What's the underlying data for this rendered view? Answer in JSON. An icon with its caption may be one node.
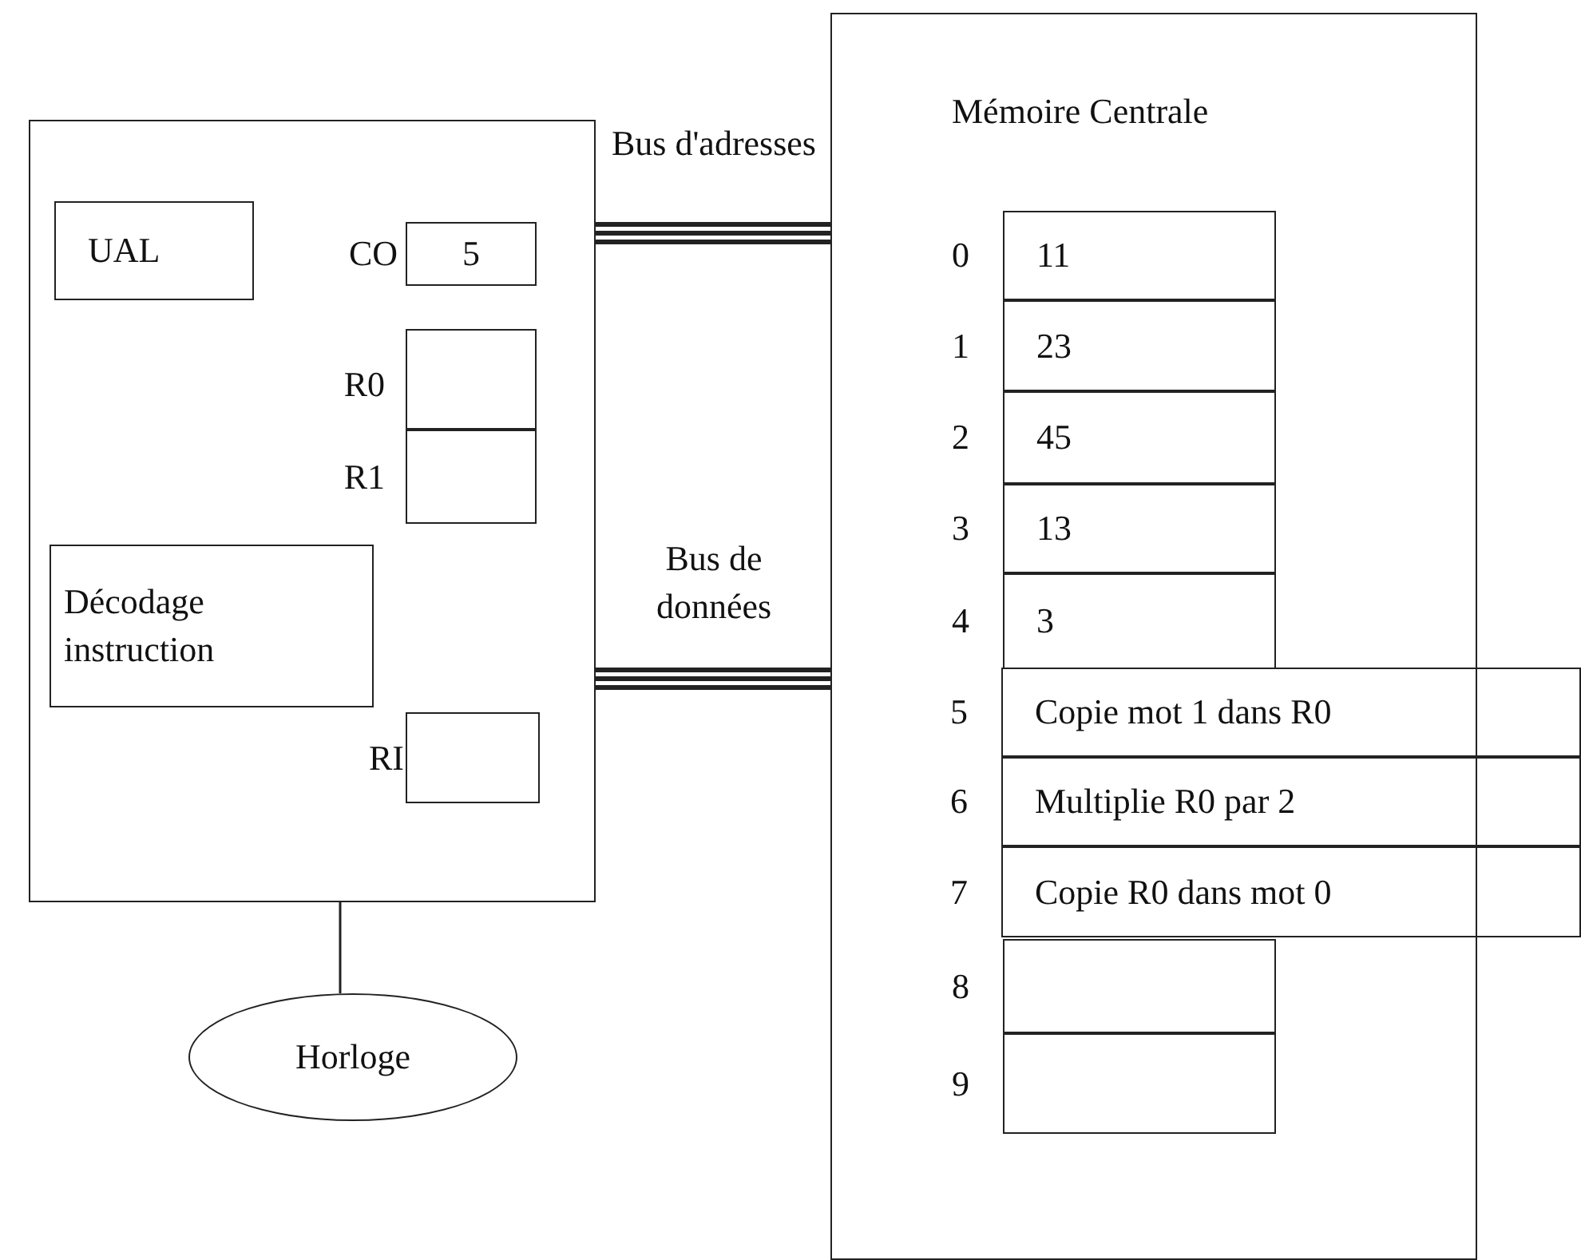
{
  "diagram": {
    "nodes": [
      {
        "text": [],
        "shape": "box"
      },
      {
        "text": [
          "UAL"
        ],
        "in": 0
      },
      {
        "text": [
          "5"
        ],
        "beside": [
          "CO"
        ],
        "in": 0
      },
      {
        "text": [],
        "shape": "box",
        "beside": [
          "R0"
        ],
        "in": 0
      },
      {
        "text": [],
        "shape": "box",
        "beside": [
          "R1"
        ],
        "in": 0
      },
      {
        "text": [
          "Décodage instruction"
        ],
        "in": 0
      },
      {
        "text": [],
        "shape": "box",
        "beside": [
          "RI"
        ],
        "in": 0
      },
      {
        "text": [
          "Horloge"
        ]
      },
      {
        "text": [
          "Mémoire Centrale"
        ]
      },
      {
        "text": [
          "11"
        ],
        "beside": [
          "0"
        ],
        "in": 8
      },
      {
        "text": [
          "23"
        ],
        "beside": [
          "1"
        ],
        "in": 8
      },
      {
        "text": [
          "45"
        ],
        "beside": [
          "2"
        ],
        "in": 8
      },
      {
        "text": [
          "13"
        ],
        "beside": [
          "3"
        ],
        "in": 8
      },
      {
        "text": [
          "3"
        ],
        "beside": [
          "4"
        ],
        "in": 8
      },
      {
        "text": [
          "Copie mot 1 dans R0"
        ],
        "beside": [
          "5"
        ]
      },
      {
        "text": [
          "Multiplie R0 par 2"
        ],
        "beside": [
          "6"
        ]
      },
      {
        "text": [
          "Copie R0 dans mot 0"
        ],
        "beside": [
          "7"
        ]
      },
      {
        "text": [],
        "shape": "box",
        "beside": [
          "8"
        ],
        "in": 8
      },
      {
        "text": [],
        "shape": "box",
        "beside": [
          "9"
        ],
        "in": 8
      }
    ],
    "edges": [
      {
        "from": 0,
        "to": 8,
        "arrow": "none",
        "label": "Bus d'adresses",
        "style": "thick"
      },
      {
        "from": 0,
        "to": 8,
        "arrow": "none",
        "label": "Bus de données",
        "style": "thick"
      },
      {
        "from": 0,
        "to": 7,
        "arrow": "none"
      }
    ]
  }
}
